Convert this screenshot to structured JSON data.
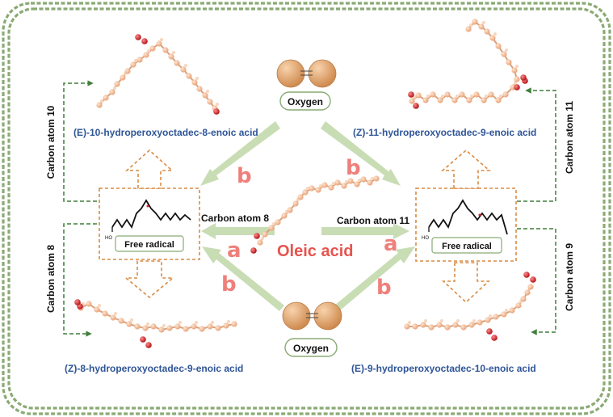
{
  "center": {
    "label": "Oleic acid"
  },
  "oxygen": {
    "top_label": "Oxygen",
    "bottom_label": "Oxygen"
  },
  "free_radical": {
    "left_label": "Free radical",
    "right_label": "Free radical",
    "acid_group": "HO"
  },
  "carbon_atoms": {
    "left_center": "Carbon atom 8",
    "right_center": "Carbon atom 11",
    "top_left": "Carbon atom 10",
    "bottom_left": "Carbon atom 8",
    "top_right": "Carbon atom 11",
    "bottom_right": "Carbon atom 9"
  },
  "products": {
    "top_left": "(E)-10-hydroperoxyoctadec-8-enoic acid",
    "top_right": "(Z)-11-hydroperoxyoctadec-9-enoic acid",
    "bottom_left": "(Z)-8-hydroperoxyoctadec-9-enoic acid",
    "bottom_right": "(E)-9-hydroperoxyoctadec-10-enoic acid"
  },
  "pathways": {
    "a": "a",
    "b": "b"
  },
  "colors": {
    "frame": "#8aaa74",
    "path_arrow": "#c9ddb5",
    "radical_box": "#d98c44",
    "dashed_arrow": "#3f7f3a",
    "atom_carbon": "#f3bf98",
    "atom_oxygen": "#d8262a",
    "oxygen_sphere": "#e6a86c",
    "product_text": "#2f5597",
    "path_letter": "#ef7f7a",
    "center_text": "#e8534e"
  }
}
